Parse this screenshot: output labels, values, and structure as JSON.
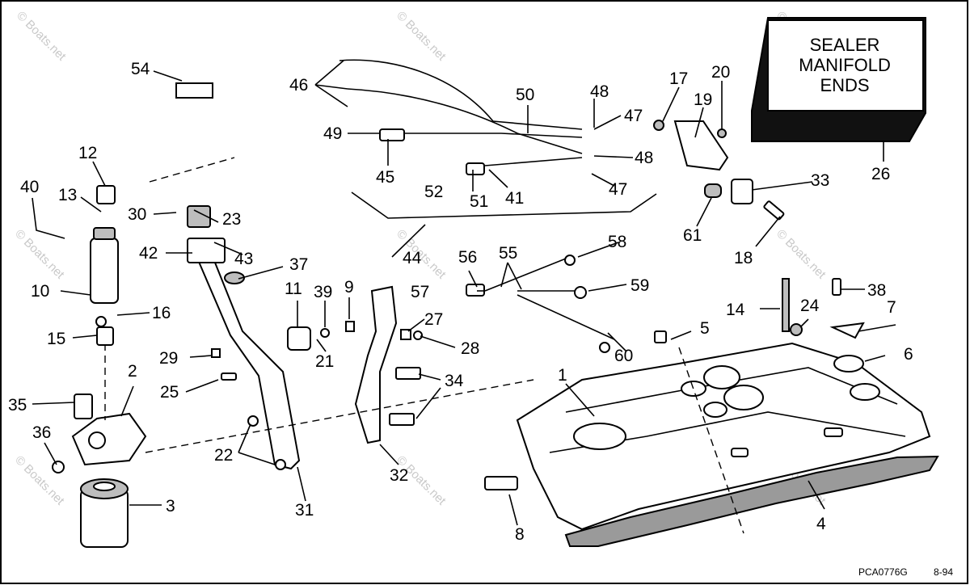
{
  "sealer_box": {
    "line1": "SEALER",
    "line2": "MANIFOLD",
    "line3": "ENDS"
  },
  "footer": {
    "code": "PCA0776G",
    "date": "8-94"
  },
  "watermark": "© Boats.net",
  "callouts": {
    "c1": "1",
    "c2": "2",
    "c3": "3",
    "c4": "4",
    "c5": "5",
    "c6": "6",
    "c7": "7",
    "c8": "8",
    "c9": "9",
    "c10": "10",
    "c11": "11",
    "c12": "12",
    "c13": "13",
    "c14": "14",
    "c15": "15",
    "c16": "16",
    "c17": "17",
    "c18": "18",
    "c19": "19",
    "c20": "20",
    "c21": "21",
    "c22": "22",
    "c23": "23",
    "c24": "24",
    "c25": "25",
    "c26": "26",
    "c27": "27",
    "c28": "28",
    "c29": "29",
    "c30": "30",
    "c31": "31",
    "c32": "32",
    "c33": "33",
    "c34": "34",
    "c35": "35",
    "c36": "36",
    "c37": "37",
    "c38": "38",
    "c39": "39",
    "c40": "40",
    "c41": "41",
    "c42": "42",
    "c43": "43",
    "c44": "44",
    "c45": "45",
    "c46": "46",
    "c47a": "47",
    "c47b": "47",
    "c48a": "48",
    "c48b": "48",
    "c49": "49",
    "c50": "50",
    "c51": "51",
    "c52": "52",
    "c54": "54",
    "c55": "55",
    "c56": "56",
    "c57": "57",
    "c58": "58",
    "c59": "59",
    "c60": "60",
    "c61": "61"
  }
}
